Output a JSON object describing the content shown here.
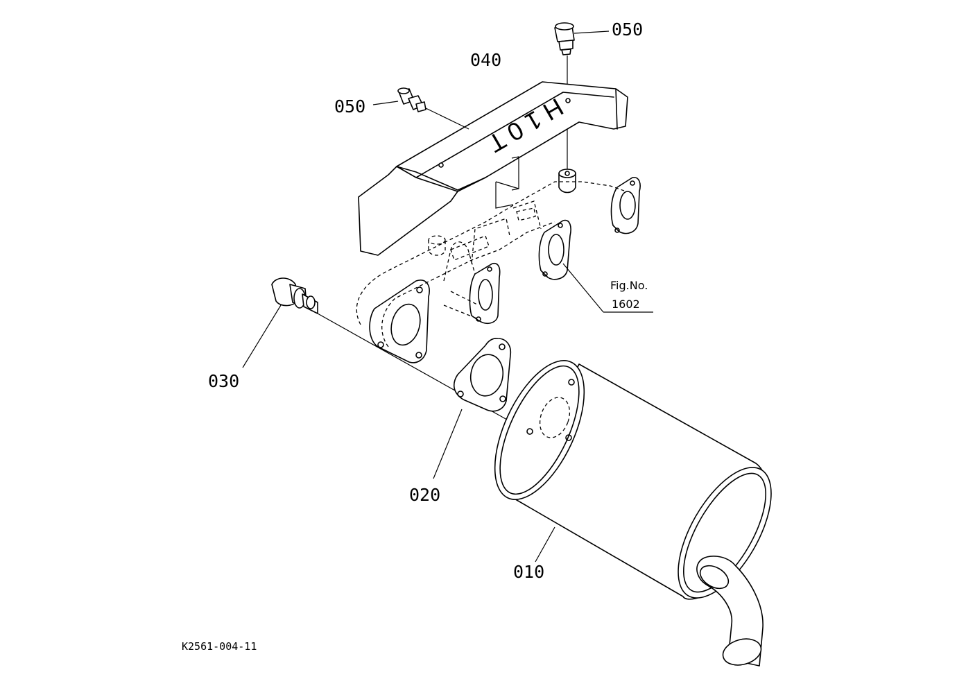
{
  "parts": {
    "p010": "010",
    "p020": "020",
    "p030": "030",
    "p040": "040",
    "p050_top": "050",
    "p050_left": "050"
  },
  "fig_ref": {
    "line1": "Fig.No.",
    "line2": "1602"
  },
  "plate_marking": "H 1 0 T",
  "drawing_code": "K2561-004-11"
}
